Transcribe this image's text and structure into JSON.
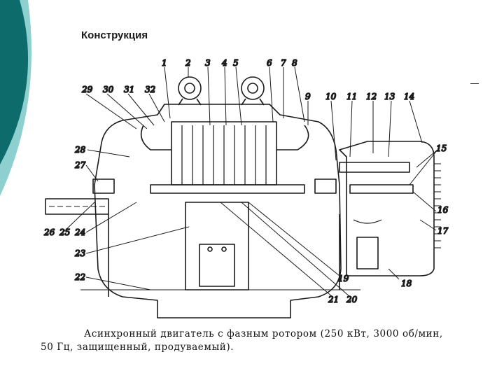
{
  "slide": {
    "title": "Конструкция"
  },
  "figure": {
    "labels": {
      "n1": "1",
      "n2": "2",
      "n3": "3",
      "n4": "4",
      "n5": "5",
      "n6": "6",
      "n7": "7",
      "n8": "8",
      "n9": "9",
      "n10": "10",
      "n11": "11",
      "n12": "12",
      "n13": "13",
      "n14": "14",
      "n15": "15",
      "n16": "16",
      "n17": "17",
      "n18": "18",
      "n19": "19",
      "n20": "20",
      "n21": "21",
      "n22": "22",
      "n23": "23",
      "n24": "24",
      "n25": "25",
      "n26": "26",
      "n27": "27",
      "n28": "28",
      "n29": "29",
      "n30": "30",
      "n31": "31",
      "n32": "32"
    },
    "caption_line1": "Асинхронный двигатель с фазным ротором (250 кВт, 3000 об/мин,",
    "caption_line2": "50 Гц, защищенный, продуваемый)."
  },
  "colors": {
    "teal_dark": "#0e6b6b",
    "teal_light": "#8ecfcf",
    "ink": "#1a1a1a"
  }
}
